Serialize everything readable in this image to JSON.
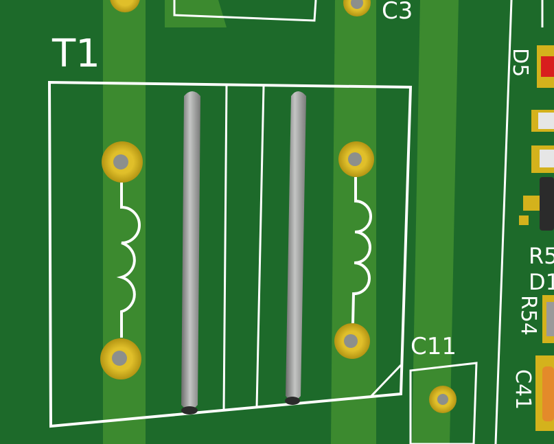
{
  "scene": "pcb-3d-view",
  "colors": {
    "board": "#1d6a2a",
    "trace": "#3e8a2e",
    "silkscreen": "#ffffff",
    "pad_gold": "#d4b21c",
    "pad_hole": "#8c8f8c",
    "wire": "#a9aaa9",
    "component_body": "#2b2b2b",
    "led_red": "#d81e1e",
    "cap_orange": "#e48a2a"
  },
  "labels": {
    "t1": "T1",
    "c3": "C3",
    "c11": "C11",
    "d5": "D5",
    "r5": "R5",
    "d1": "D1",
    "r54": "R54",
    "c41": "C41"
  },
  "icons": {
    "primary_coil": "inductor-coil-icon",
    "secondary_coil": "inductor-coil-icon"
  }
}
